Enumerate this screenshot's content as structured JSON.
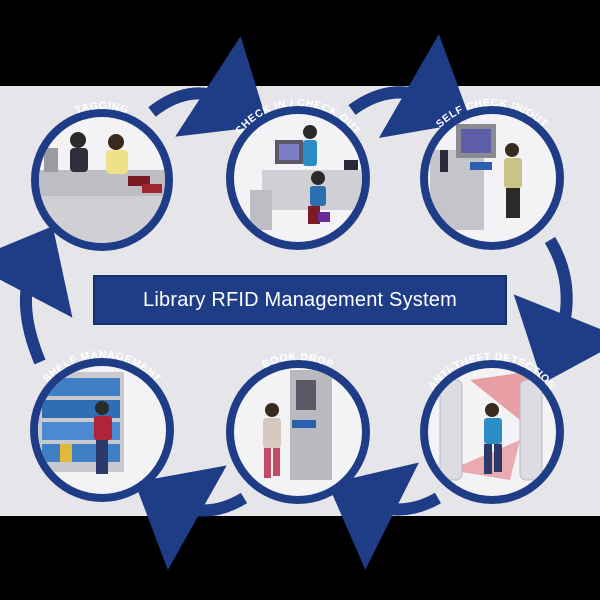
{
  "diagram": {
    "title": "Library RFID Management System",
    "stages": [
      {
        "id": "tagging",
        "label": "TAGGING"
      },
      {
        "id": "check-in-out",
        "label": "CHECK IN / CHECK OUT"
      },
      {
        "id": "self-check",
        "label": "SELF CHECK IN/OUT"
      },
      {
        "id": "anti-theft",
        "label": "ANTI-THEFT DETECTION"
      },
      {
        "id": "book-drop",
        "label": "BOOK DROP"
      },
      {
        "id": "shelf-management",
        "label": "SHELF MANAGEMENT"
      }
    ]
  },
  "colors": {
    "ring": "#1f3d86",
    "arrow": "#1f3d86",
    "panel": "#e6e6ea",
    "title_box": "#1f3d86",
    "label_text": "#ffffff"
  }
}
